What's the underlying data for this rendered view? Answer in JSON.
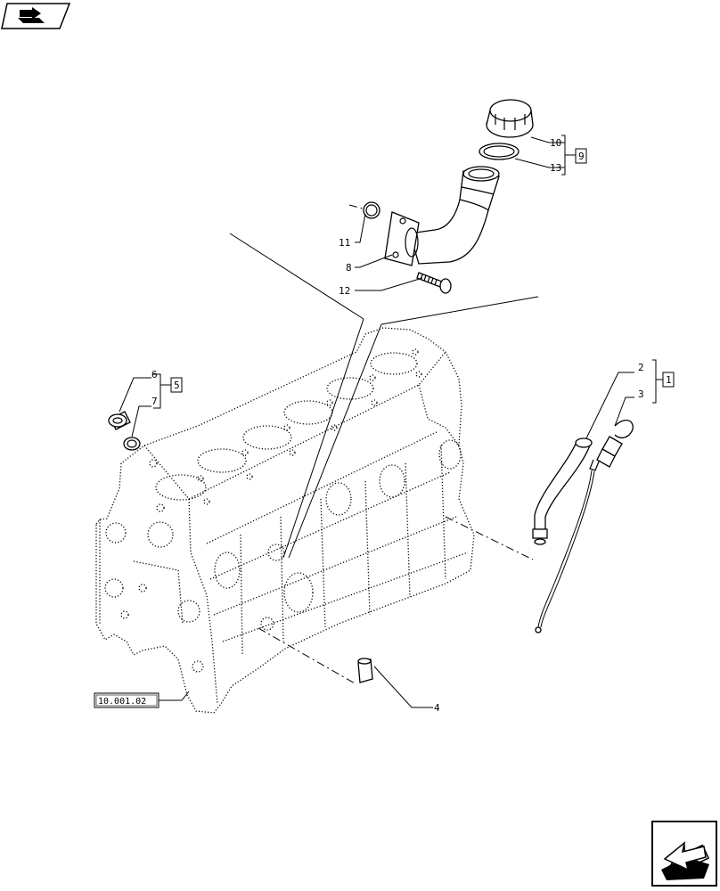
{
  "callouts": {
    "c10": "10",
    "c13": "13",
    "c9": "9",
    "c11": "11",
    "c8": "8",
    "c12": "12",
    "c6": "6",
    "c7": "7",
    "c5": "5",
    "c2": "2",
    "c3": "3",
    "c1": "1",
    "c4": "4"
  },
  "reference": "10.001.02",
  "icons": {
    "top_left": "book-arrow-icon",
    "bottom_right": "next-page-arrow-icon"
  }
}
